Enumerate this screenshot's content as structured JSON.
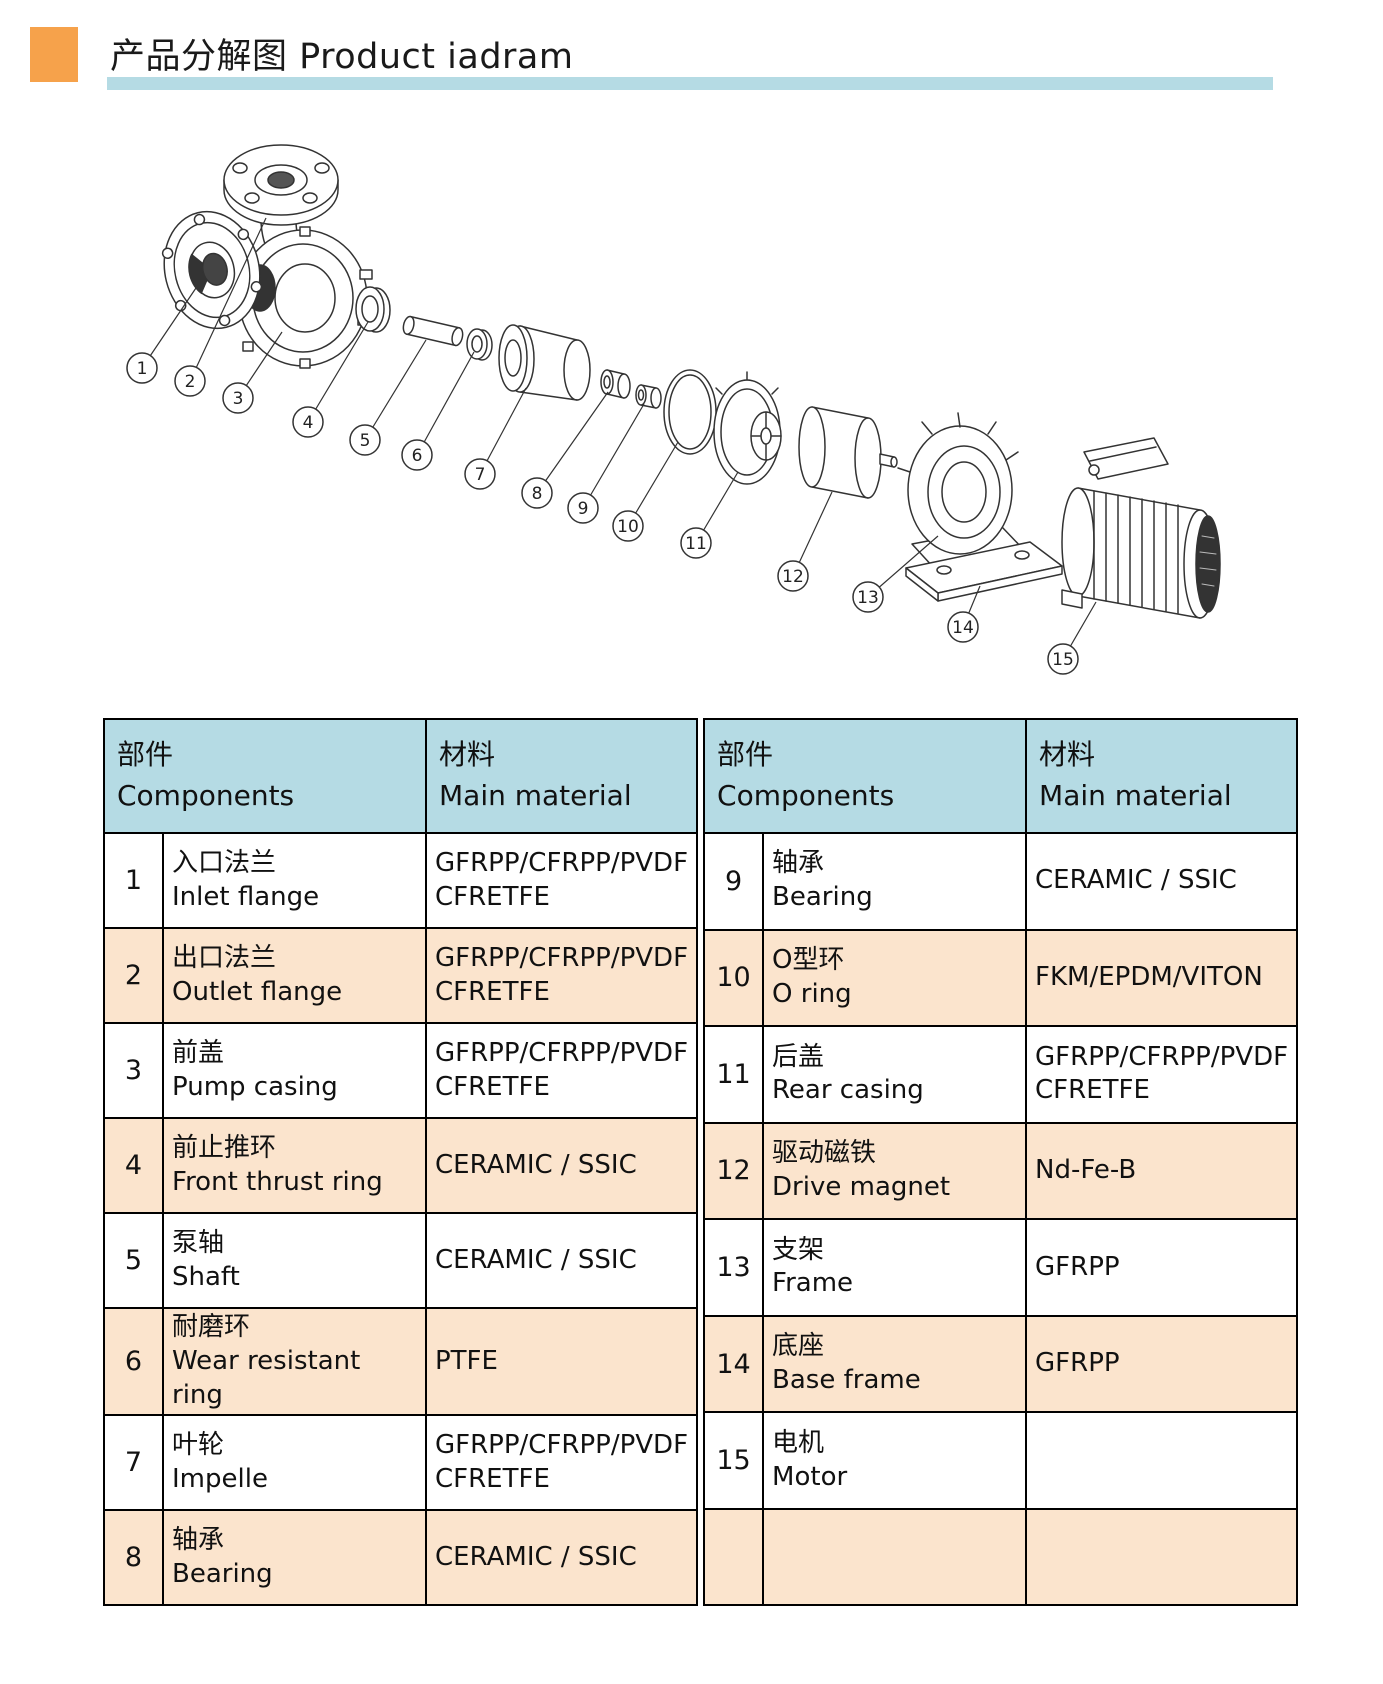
{
  "header": {
    "title": "产品分解图 Product iadram"
  },
  "colors": {
    "accent_orange": "#f6a24b",
    "table_header_blue": "#b5dbe4",
    "row_peach": "#fbe4cd"
  },
  "diagram": {
    "callouts": [
      "1",
      "2",
      "3",
      "4",
      "5",
      "6",
      "7",
      "8",
      "9",
      "10",
      "11",
      "12",
      "13",
      "14",
      "15"
    ]
  },
  "table": {
    "col_headers": {
      "components_zh": "部件",
      "components_en": "Components",
      "material_zh": "材料",
      "material_en": "Main material"
    },
    "left_rows": [
      {
        "num": "1",
        "name_zh": "入口法兰",
        "name_en": "Inlet flange",
        "material": "GFRPP/CFRPP/PVDF\nCFRETFE"
      },
      {
        "num": "2",
        "name_zh": "出口法兰",
        "name_en": "Outlet flange",
        "material": "GFRPP/CFRPP/PVDF\nCFRETFE"
      },
      {
        "num": "3",
        "name_zh": "前盖",
        "name_en": "Pump casing",
        "material": "GFRPP/CFRPP/PVDF\nCFRETFE"
      },
      {
        "num": "4",
        "name_zh": "前止推环",
        "name_en": "Front thrust ring",
        "material": "CERAMIC / SSIC"
      },
      {
        "num": "5",
        "name_zh": "泵轴",
        "name_en": "Shaft",
        "material": "CERAMIC / SSIC"
      },
      {
        "num": "6",
        "name_zh": "耐磨环",
        "name_en": "Wear resistant ring",
        "material": "PTFE"
      },
      {
        "num": "7",
        "name_zh": "叶轮",
        "name_en": "Impelle",
        "material": "GFRPP/CFRPP/PVDF\nCFRETFE"
      },
      {
        "num": "8",
        "name_zh": "轴承",
        "name_en": "Bearing",
        "material": "CERAMIC / SSIC"
      }
    ],
    "right_rows": [
      {
        "num": "9",
        "name_zh": "轴承",
        "name_en": "Bearing",
        "material": "CERAMIC / SSIC"
      },
      {
        "num": "10",
        "name_zh": "O型环",
        "name_en": "O ring",
        "material": "FKM/EPDM/VITON"
      },
      {
        "num": "11",
        "name_zh": "后盖",
        "name_en": "Rear casing",
        "material": "GFRPP/CFRPP/PVDF\nCFRETFE"
      },
      {
        "num": "12",
        "name_zh": "驱动磁铁",
        "name_en": "Drive magnet",
        "material": "Nd-Fe-B"
      },
      {
        "num": "13",
        "name_zh": "支架",
        "name_en": "Frame",
        "material": "GFRPP"
      },
      {
        "num": "14",
        "name_zh": "底座",
        "name_en": "Base frame",
        "material": "GFRPP"
      },
      {
        "num": "15",
        "name_zh": "电机",
        "name_en": "Motor",
        "material": ""
      },
      {
        "num": "",
        "name_zh": "",
        "name_en": "",
        "material": ""
      }
    ]
  }
}
